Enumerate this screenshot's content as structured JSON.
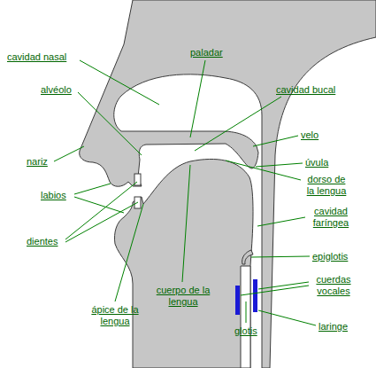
{
  "diagram": {
    "labels": [
      "cavidad nasal",
      "paladar",
      "alvéolo",
      "cavidad bucal",
      "velo",
      "nariz",
      "úvula",
      "labios",
      "dorso de la lengua",
      "dientes",
      "cavidad faríngea",
      "epiglotis",
      "cuerpo de la lengua",
      "cuerdas vocales",
      "ápice de la lengua",
      "glotis",
      "laringe"
    ]
  }
}
